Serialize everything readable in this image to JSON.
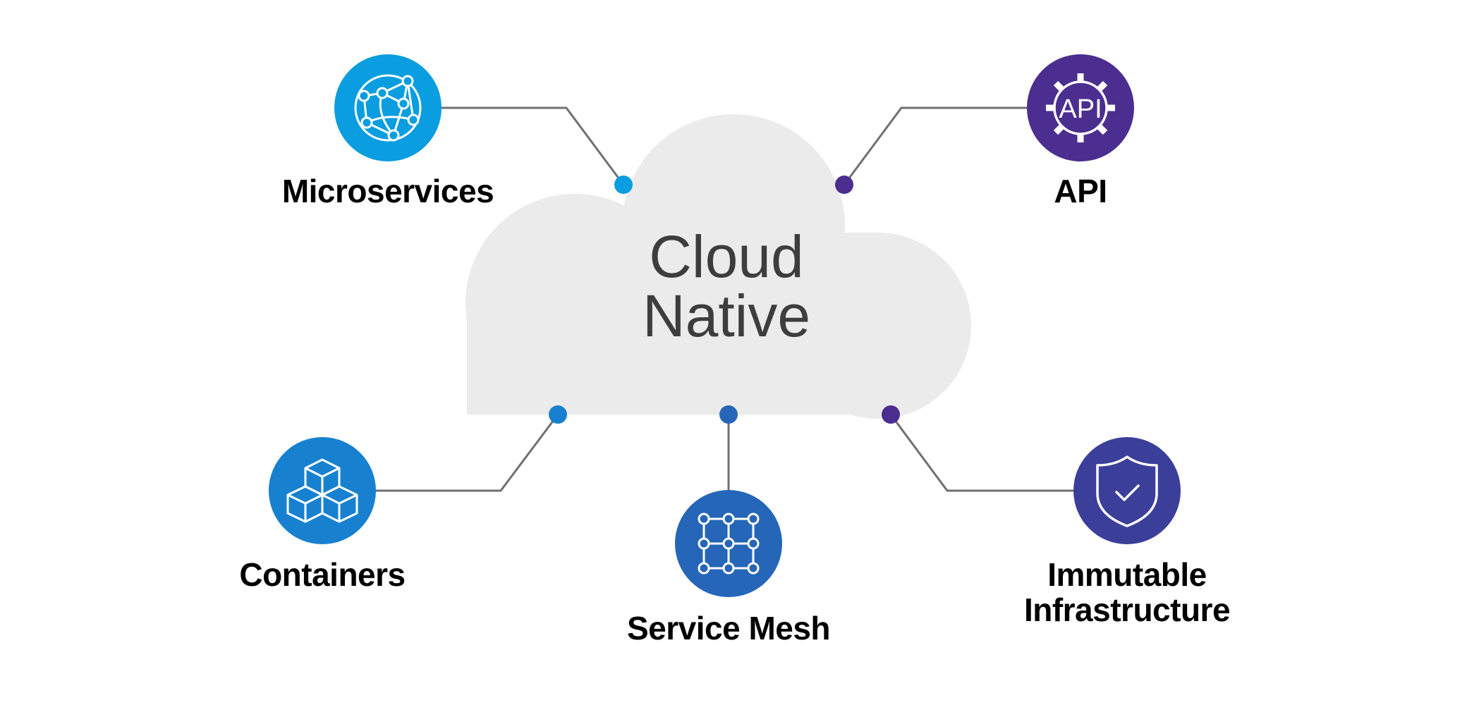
{
  "center": {
    "line1": "Cloud",
    "line2": "Native"
  },
  "nodes": {
    "microservices": {
      "label": "Microservices",
      "icon": "network-globe-icon",
      "color": "#0a9de0"
    },
    "api": {
      "label": "API",
      "icon": "api-gear-icon",
      "color": "#4b2e8f"
    },
    "containers": {
      "label": "Containers",
      "icon": "cubes-icon",
      "color": "#1781d0"
    },
    "service_mesh": {
      "label": "Service Mesh",
      "icon": "mesh-grid-icon",
      "color": "#2566b8"
    },
    "immutable_infrastructure": {
      "line1": "Immutable",
      "line2": "Infrastructure",
      "icon": "shield-check-icon",
      "color": "#3b3f9a"
    }
  },
  "colors": {
    "cloud": "#ebebeb",
    "connector": "#707070",
    "text": "#000000",
    "cloud_text": "#3d3d3d"
  }
}
